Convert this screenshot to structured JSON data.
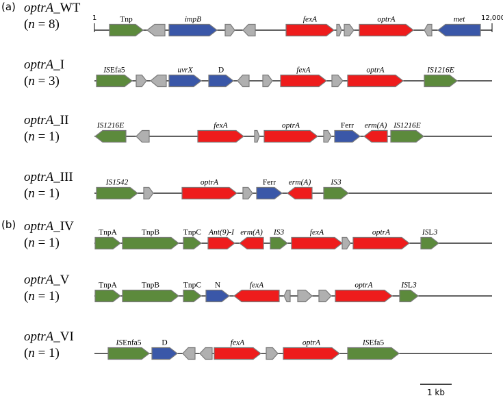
{
  "colors": {
    "red": "#ee1c1c",
    "blue": "#3a57a8",
    "green": "#5c8a3c",
    "gray": "#b0b0b0",
    "outline": "#7a7a7a"
  },
  "panels": [
    {
      "id": "a",
      "label": "(a)"
    },
    {
      "id": "b",
      "label": "(b)"
    }
  ],
  "scale": {
    "start": "1",
    "end": "12,000",
    "bar_label": "1 kb"
  },
  "rows": [
    {
      "name_ital": "optrA",
      "name_rest": "_WT",
      "n_label": "n",
      "n_rest": " = 8)",
      "n_open": "(",
      "genes": [
        {
          "label": "Tnp",
          "italic": false,
          "color": "green",
          "dir": "R"
        },
        {
          "label": "",
          "color": "gray",
          "dir": "L"
        },
        {
          "label": "impB",
          "italic": true,
          "color": "blue",
          "dir": "R"
        },
        {
          "label": "",
          "color": "gray",
          "dir": "R"
        },
        {
          "label": "",
          "color": "gray",
          "dir": "L"
        },
        {
          "label": "fexA",
          "italic": true,
          "color": "red",
          "dir": "R"
        },
        {
          "label": "",
          "color": "gray",
          "dir": "R"
        },
        {
          "label": "",
          "color": "gray",
          "dir": "R"
        },
        {
          "label": "optrA",
          "italic": true,
          "color": "red",
          "dir": "R"
        },
        {
          "label": "",
          "color": "gray",
          "dir": "L"
        },
        {
          "label": "met",
          "italic": true,
          "color": "blue",
          "dir": "L"
        }
      ]
    },
    {
      "name_ital": "optrA",
      "name_rest": "_I",
      "n_label": "n",
      "n_rest": " = 3)",
      "n_open": "(",
      "genes": [
        {
          "label": "ISEfa5",
          "italic": "mixed",
          "color": "green",
          "dir": "R"
        },
        {
          "label": "",
          "color": "gray",
          "dir": "R"
        },
        {
          "label": "",
          "color": "gray",
          "dir": "L"
        },
        {
          "label": "uvrX",
          "italic": true,
          "color": "blue",
          "dir": "R"
        },
        {
          "label": "D",
          "italic": false,
          "color": "blue",
          "dir": "R"
        },
        {
          "label": "",
          "color": "gray",
          "dir": "L"
        },
        {
          "label": "",
          "color": "gray",
          "dir": "R"
        },
        {
          "label": "fexA",
          "italic": true,
          "color": "red",
          "dir": "R"
        },
        {
          "label": "",
          "color": "gray",
          "dir": "R"
        },
        {
          "label": "optrA",
          "italic": true,
          "color": "red",
          "dir": "R"
        },
        {
          "label": "IS1216E",
          "italic": true,
          "color": "green",
          "dir": "R"
        }
      ]
    },
    {
      "name_ital": "optrA",
      "name_rest": "_II",
      "n_label": "n",
      "n_rest": " = 1)",
      "n_open": "(",
      "genes": [
        {
          "label": "IS1216E",
          "italic": true,
          "color": "green",
          "dir": "L"
        },
        {
          "label": "",
          "color": "gray",
          "dir": "L"
        },
        {
          "label": "fexA",
          "italic": true,
          "color": "red",
          "dir": "R"
        },
        {
          "label": "",
          "color": "gray",
          "dir": "R"
        },
        {
          "label": "optrA",
          "italic": true,
          "color": "red",
          "dir": "R"
        },
        {
          "label": "",
          "color": "gray",
          "dir": "R"
        },
        {
          "label": "Ferr",
          "italic": false,
          "color": "blue",
          "dir": "R"
        },
        {
          "label": "erm(A)",
          "italic": true,
          "color": "red",
          "dir": "L"
        },
        {
          "label": "IS1216E",
          "italic": true,
          "color": "green",
          "dir": "R"
        }
      ]
    },
    {
      "name_ital": "optrA",
      "name_rest": "_III",
      "n_label": "n",
      "n_rest": " = 1)",
      "n_open": "(",
      "genes": [
        {
          "label": "IS1542",
          "italic": true,
          "color": "green",
          "dir": "R"
        },
        {
          "label": "",
          "color": "gray",
          "dir": "R"
        },
        {
          "label": "optrA",
          "italic": true,
          "color": "red",
          "dir": "R"
        },
        {
          "label": "",
          "color": "gray",
          "dir": "R"
        },
        {
          "label": "Ferr",
          "italic": false,
          "color": "blue",
          "dir": "R"
        },
        {
          "label": "erm(A)",
          "italic": true,
          "color": "red",
          "dir": "L"
        },
        {
          "label": "IS3",
          "italic": true,
          "color": "green",
          "dir": "R"
        }
      ]
    },
    {
      "name_ital": "optrA",
      "name_rest": "_IV",
      "n_label": "n",
      "n_rest": " = 1)",
      "n_open": "(",
      "genes": [
        {
          "label": "TnpA",
          "italic": false,
          "color": "green",
          "dir": "R"
        },
        {
          "label": "TnpB",
          "italic": false,
          "color": "green",
          "dir": "R"
        },
        {
          "label": "TnpC",
          "italic": false,
          "color": "green",
          "dir": "R"
        },
        {
          "label": "Ant(9)-I",
          "italic": true,
          "color": "red",
          "dir": "R"
        },
        {
          "label": "erm(A)",
          "italic": true,
          "color": "red",
          "dir": "L"
        },
        {
          "label": "IS3",
          "italic": true,
          "color": "green",
          "dir": "R"
        },
        {
          "label": "fexA",
          "italic": true,
          "color": "red",
          "dir": "R"
        },
        {
          "label": "",
          "color": "gray",
          "dir": "R"
        },
        {
          "label": "optrA",
          "italic": true,
          "color": "red",
          "dir": "R"
        },
        {
          "label": "ISL3",
          "italic": "mixed2",
          "color": "green",
          "dir": "R"
        }
      ]
    },
    {
      "name_ital": "optrA",
      "name_rest": "_V",
      "n_label": "n",
      "n_rest": " = 1)",
      "n_open": "(",
      "genes": [
        {
          "label": "TnpA",
          "italic": false,
          "color": "green",
          "dir": "R"
        },
        {
          "label": "TnpB",
          "italic": false,
          "color": "green",
          "dir": "R"
        },
        {
          "label": "TnpC",
          "italic": false,
          "color": "green",
          "dir": "R"
        },
        {
          "label": "N",
          "italic": false,
          "color": "blue",
          "dir": "R"
        },
        {
          "label": "fexA",
          "italic": true,
          "color": "red",
          "dir": "L"
        },
        {
          "label": "",
          "color": "gray",
          "dir": "L"
        },
        {
          "label": "",
          "color": "gray",
          "dir": "R"
        },
        {
          "label": "",
          "color": "gray",
          "dir": "R"
        },
        {
          "label": "optrA",
          "italic": true,
          "color": "red",
          "dir": "R"
        },
        {
          "label": "ISL3",
          "italic": "mixed2",
          "color": "green",
          "dir": "R"
        }
      ]
    },
    {
      "name_ital": "optrA",
      "name_rest": "_VI",
      "n_label": "n",
      "n_rest": " = 1)",
      "n_open": "(",
      "genes": [
        {
          "label": "ISEnfa5",
          "italic": "mixed",
          "color": "green",
          "dir": "R"
        },
        {
          "label": "D",
          "italic": false,
          "color": "blue",
          "dir": "R"
        },
        {
          "label": "",
          "color": "gray",
          "dir": "L"
        },
        {
          "label": "",
          "color": "gray",
          "dir": "L"
        },
        {
          "label": "fexA",
          "italic": true,
          "color": "red",
          "dir": "R"
        },
        {
          "label": "",
          "color": "gray",
          "dir": "R"
        },
        {
          "label": "optrA",
          "italic": true,
          "color": "red",
          "dir": "R"
        },
        {
          "label": "ISEfa5",
          "italic": "mixed",
          "color": "green",
          "dir": "R"
        }
      ]
    }
  ]
}
